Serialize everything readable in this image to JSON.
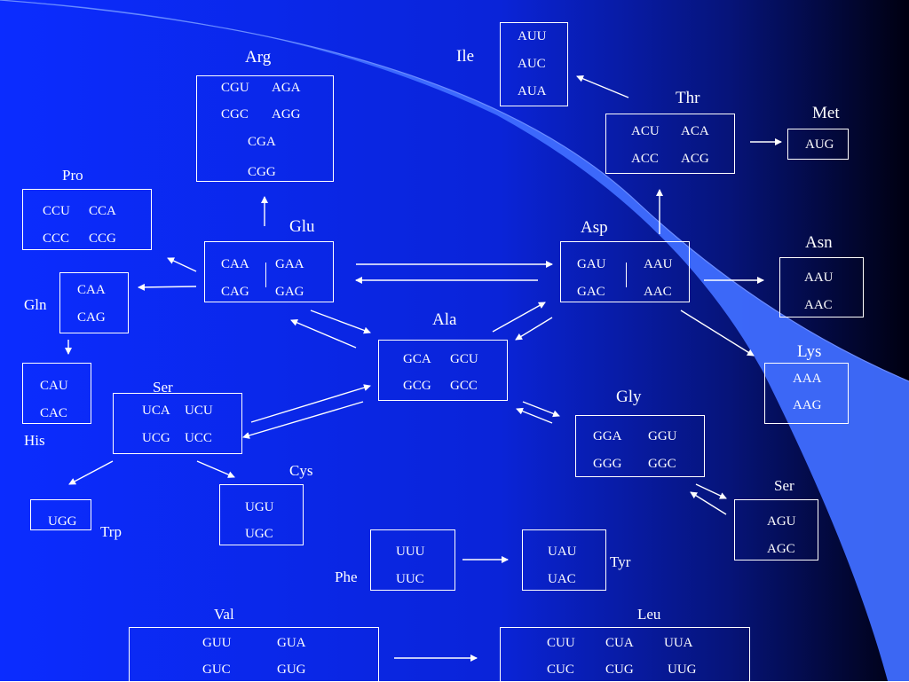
{
  "colors": {
    "bg_left": "#0a2cff",
    "bg_right": "#000000",
    "accent": "#3f6dff",
    "line": "#ffffff"
  },
  "arg": {
    "label": "Arg",
    "codons": [
      "CGU",
      "AGA",
      "CGC",
      "AGG",
      "CGA",
      "CGG"
    ]
  },
  "ile": {
    "label": "Ile",
    "codons": [
      "AUU",
      "AUC",
      "AUA"
    ]
  },
  "thr": {
    "label": "Thr",
    "codons": [
      "ACU",
      "ACA",
      "ACC",
      "ACG"
    ]
  },
  "met": {
    "label": "Met",
    "codons": [
      "AUG"
    ]
  },
  "pro": {
    "label": "Pro",
    "codons": [
      "CCU",
      "CCA",
      "CCC",
      "CCG"
    ]
  },
  "glu": {
    "label": "Glu",
    "codons": [
      "CAA",
      "GAA",
      "CAG",
      "GAG"
    ]
  },
  "asp": {
    "label": "Asp",
    "codons": [
      "GAU",
      "AAU",
      "GAC",
      "AAC"
    ]
  },
  "asn": {
    "label": "Asn",
    "codons": [
      "AAU",
      "AAC"
    ]
  },
  "gln": {
    "label": "Gln",
    "codons": [
      "CAA",
      "CAG"
    ]
  },
  "his": {
    "label": "His",
    "codons": [
      "CAU",
      "CAC"
    ]
  },
  "ala": {
    "label": "Ala",
    "codons": [
      "GCA",
      "GCU",
      "GCG",
      "GCC"
    ]
  },
  "lys": {
    "label": "Lys",
    "codons": [
      "AAA",
      "AAG"
    ]
  },
  "ser1": {
    "label": "Ser",
    "codons": [
      "UCA",
      "UCU",
      "UCG",
      "UCC"
    ]
  },
  "gly": {
    "label": "Gly",
    "codons": [
      "GGA",
      "GGU",
      "GGG",
      "GGC"
    ]
  },
  "ser2": {
    "label": "Ser",
    "codons": [
      "AGU",
      "AGC"
    ]
  },
  "cys": {
    "label": "Cys",
    "codons": [
      "UGU",
      "UGC"
    ]
  },
  "trp": {
    "label": "Trp",
    "codons": [
      "UGG"
    ]
  },
  "phe": {
    "label": "Phe",
    "codons": [
      "UUU",
      "UUC"
    ]
  },
  "tyr": {
    "label": "Tyr",
    "codons": [
      "UAU",
      "UAC"
    ]
  },
  "val": {
    "label": "Val",
    "codons": [
      "GUU",
      "GUA",
      "GUC",
      "GUG"
    ]
  },
  "leu": {
    "label": "Leu",
    "codons": [
      "CUU",
      "CUA",
      "UUA",
      "CUC",
      "CUG",
      "UUG"
    ]
  }
}
